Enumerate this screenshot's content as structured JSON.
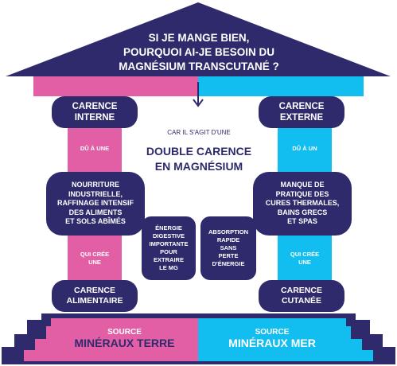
{
  "roof": {
    "title_lines": [
      "SI JE MANGE BIEN,",
      "POURQUOI AI-JE BESOIN DU",
      "MAGNÉSIUM TRANSCUTANÉ ?"
    ]
  },
  "left_column": {
    "top": "CARENCE\nINTERNE",
    "connector1": "DÛ À UNE",
    "middle": "NOURRITURE\nINDUSTRIELLE,\nRAFFINAGE INTENSIF\nDES ALIMENTS\nET SOLS ABÎMÉS",
    "connector2": "QUI CRÉE\nUNE",
    "bottom": "CARENCE\nALIMENTAIRE"
  },
  "right_column": {
    "top": "CARENCE\nEXTERNE",
    "connector1": "DÛ À UN",
    "middle": "MANQUE DE\nPRATIQUE DES\nCURES THERMALES,\nBAINS GRECS\nET SPAS",
    "connector2": "QUI CRÉE\nUNE",
    "bottom": "CARENCE\nCUTANÉE"
  },
  "center": {
    "lead": "CAR IL S'AGIT D'UNE",
    "headline_lines": [
      "DOUBLE CARENCE",
      "EN MAGNÉSIUM"
    ],
    "box_left": "ÉNERGIE\nDIGESTIVE\nIMPORTANTE\nPOUR\nEXTRAIRE\nLE MG",
    "box_right": "ABSORPTION\nRAPIDE\nSANS\nPERTE\nD'ÉNERGIE"
  },
  "base": {
    "left": {
      "line1": "SOURCE",
      "line2": "MINÉRAUX TERRE"
    },
    "right": {
      "line1": "SOURCE",
      "line2": "MINÉRAUX MER"
    }
  },
  "colors": {
    "navy": "#2e2a6b",
    "pink": "#e25fa6",
    "cyan": "#12bdf0"
  }
}
